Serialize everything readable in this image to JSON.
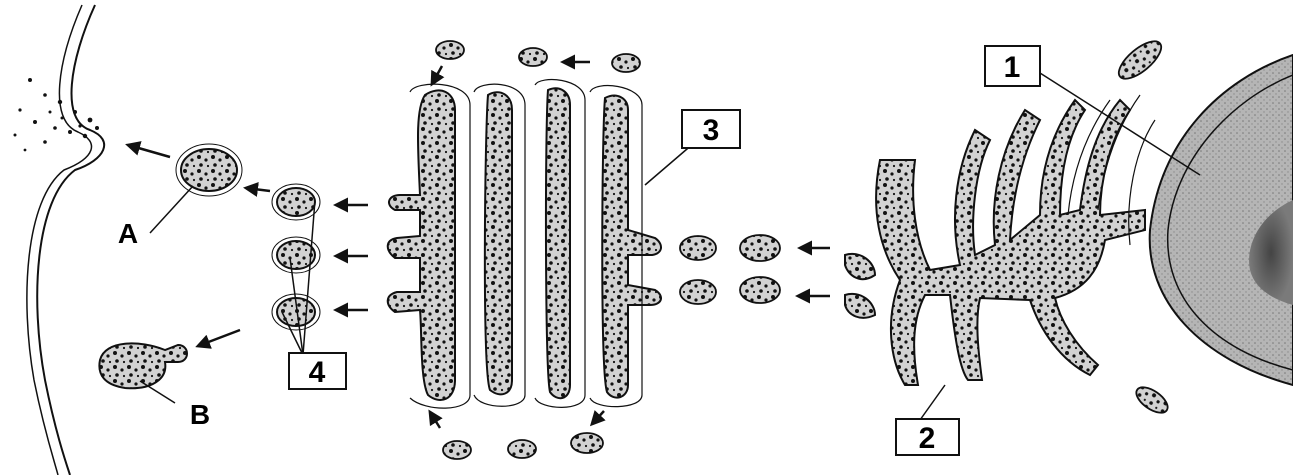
{
  "labels": {
    "one": "1",
    "two": "2",
    "three": "3",
    "four": "4",
    "a": "A",
    "b": "B"
  },
  "colors": {
    "ink": "#111111",
    "lumen": "#d4d4d4",
    "nucleus": "#b8b8b8",
    "halo": "#eeeeee"
  }
}
